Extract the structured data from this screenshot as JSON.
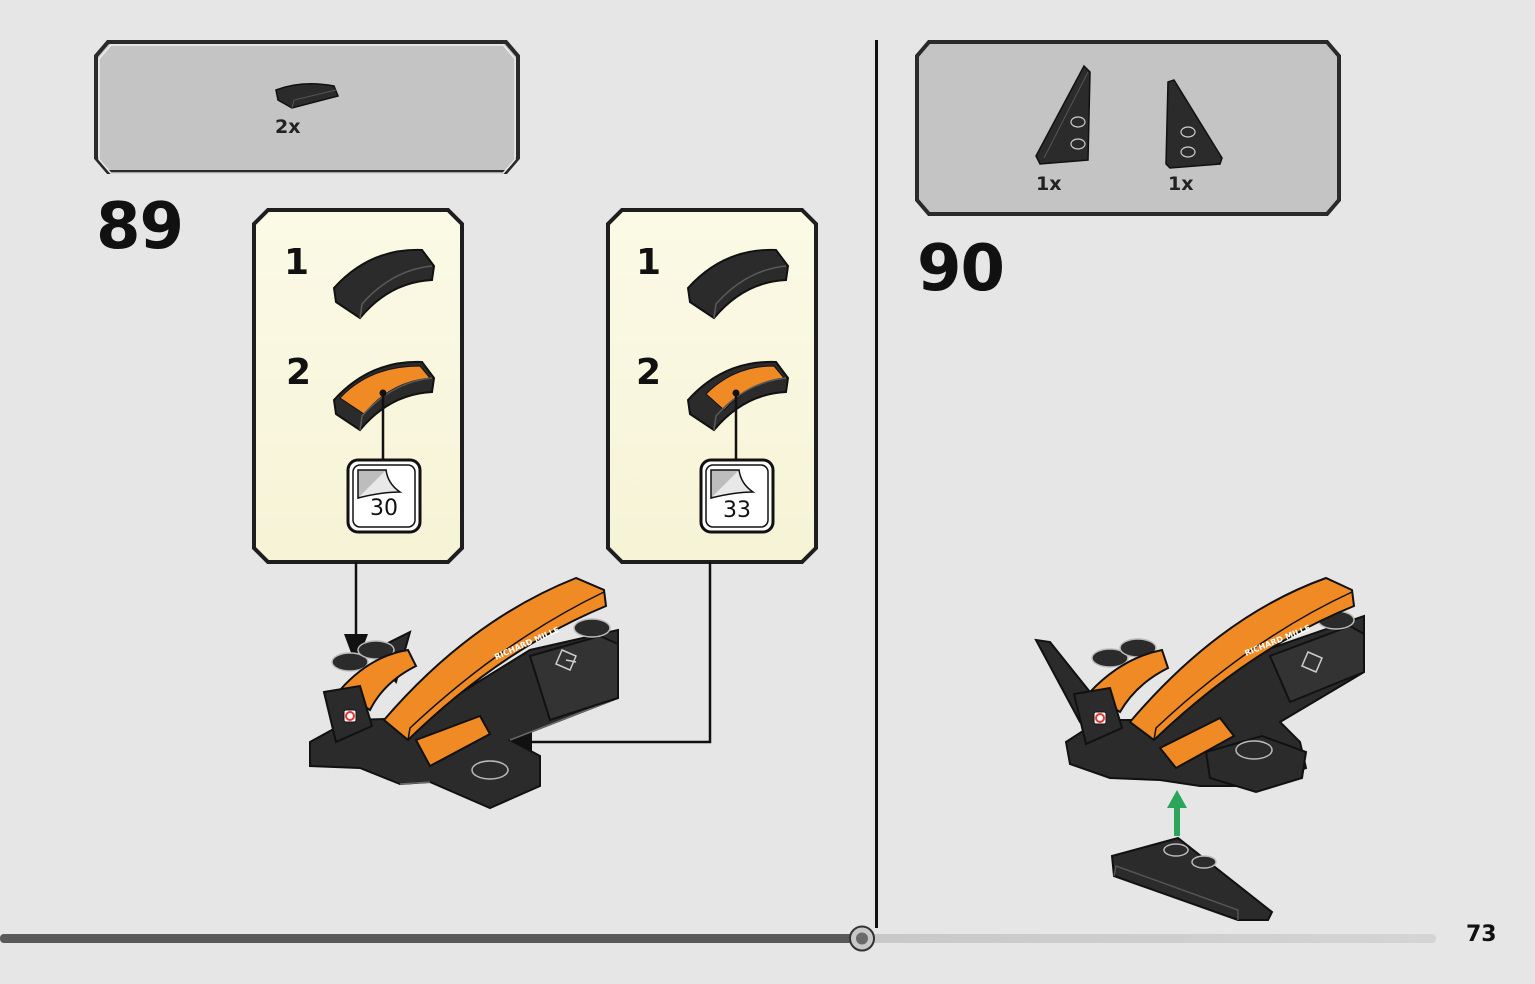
{
  "step_89": {
    "number": "89",
    "parts": [
      {
        "name": "curved-slope-black",
        "qty": "2x"
      }
    ],
    "substeps": [
      {
        "number_1": "1",
        "number_2": "2",
        "sticker": "30"
      },
      {
        "number_1": "1",
        "number_2": "2",
        "sticker": "33"
      }
    ]
  },
  "step_90": {
    "number": "90",
    "parts": [
      {
        "name": "wedge-plate-left-black",
        "qty": "1x"
      },
      {
        "name": "wedge-plate-right-black",
        "qty": "1x"
      }
    ]
  },
  "page_number": "73",
  "colors": {
    "page_bg": "#e6e6e6",
    "parts_box": "#c4c4c4",
    "substep_bg": "#fbfae6",
    "brick_black": "#2b2b2b",
    "brick_orange": "#f08a24",
    "arrow_green": "#2aa55a"
  },
  "icons": [
    "curved-slope-icon",
    "wedge-plate-icon",
    "sticker-icon",
    "model-icon",
    "arrow-icon"
  ]
}
